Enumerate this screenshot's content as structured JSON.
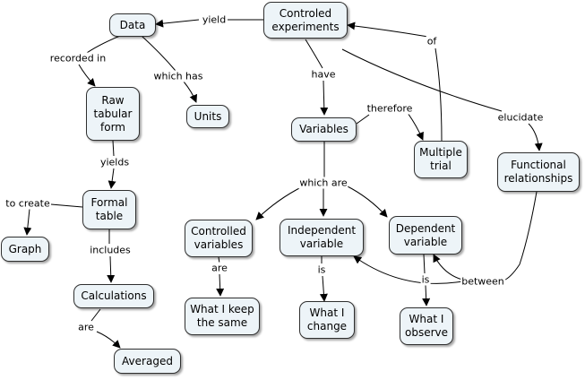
{
  "nodes": {
    "controlled_experiments": "Controled\nexperiments",
    "data": "Data",
    "units": "Units",
    "raw_tabular_form": "Raw\ntabular\nform",
    "formal_table": "Formal\ntable",
    "graph": "Graph",
    "calculations": "Calculations",
    "averaged": "Averaged",
    "variables": "Variables",
    "multiple_trial": "Multiple\ntrial",
    "functional_relationships": "Functional\nrelationships",
    "controlled_variables": "Controlled\nvariables",
    "independent_variable": "Independent\nvariable",
    "dependent_variable": "Dependent\nvariable",
    "what_i_keep_the_same": "What I keep\nthe same",
    "what_i_change": "What I\nchange",
    "what_i_observe": "What I\nobserve"
  },
  "links": {
    "yield": "yield",
    "recorded_in": "recorded in",
    "which_has": "which has",
    "yields": "yields",
    "to_create": "to create",
    "includes": "includes",
    "are_averaged": "are",
    "have": "have",
    "therefore": "therefore",
    "of": "of",
    "elucidate": "elucidate",
    "which_are": "which are",
    "are_controlled": "are",
    "is_independent": "is",
    "is_dependent": "is",
    "between": "between"
  }
}
